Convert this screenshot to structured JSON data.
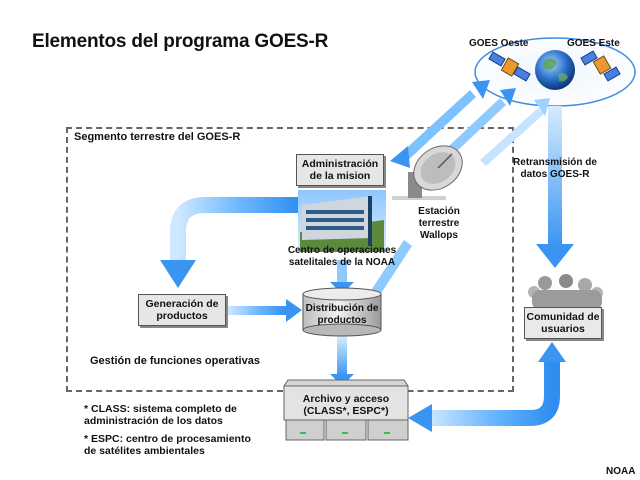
{
  "title": "Elementos del programa GOES-R",
  "satellites": {
    "west": "GOES Oeste",
    "east": "GOES Este"
  },
  "segment_title": "Segmento terrestre del GOES-R",
  "nodes": {
    "mission_admin": "Administración de la mision",
    "station": "Estación terrestre Wallops",
    "ops_center": "Centro de operaciones satelitales de la NOAA",
    "product_generation": "Generación de productos",
    "product_distribution": "Distribución de productos",
    "archive": "Archivo y acceso (CLASS*, ESPC*)",
    "users": "Comunidad de usuarios",
    "rebroadcast": "Retransmisión de datos GOES-R",
    "ops_functions": "Gestión de funciones operativas"
  },
  "footnotes": [
    "* CLASS: sistema completo de administración de los datos",
    "* ESPC: centro de procesamiento de satélites ambientales"
  ],
  "credit": "NOAA",
  "colors": {
    "arrow_light": "#aad6ff",
    "arrow_dark": "#2f8ef0",
    "box_fill": "#e6e6e6",
    "frame": "#666666"
  }
}
